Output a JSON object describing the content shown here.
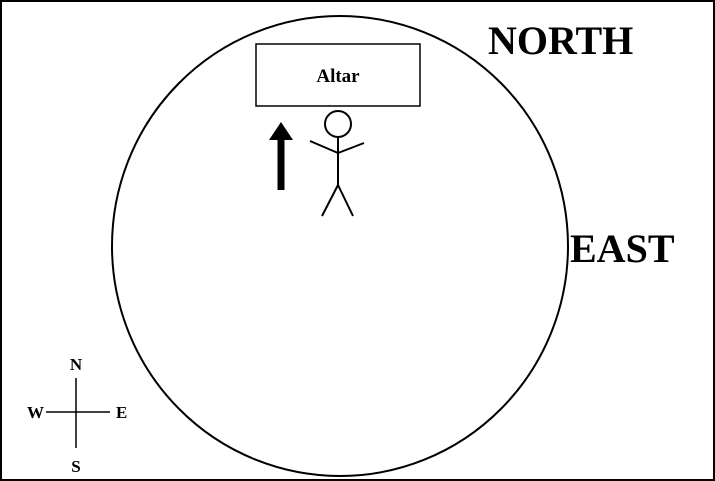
{
  "labels": {
    "north": "NORTH",
    "east": "EAST",
    "altar": "Altar"
  },
  "compass": {
    "n": "N",
    "s": "S",
    "e": "E",
    "w": "W"
  },
  "icons": {
    "arrow": "up-arrow-icon",
    "person": "stick-figure-icon",
    "compass": "compass-rose-icon"
  },
  "colors": {
    "stroke": "#000000",
    "background": "#ffffff"
  }
}
